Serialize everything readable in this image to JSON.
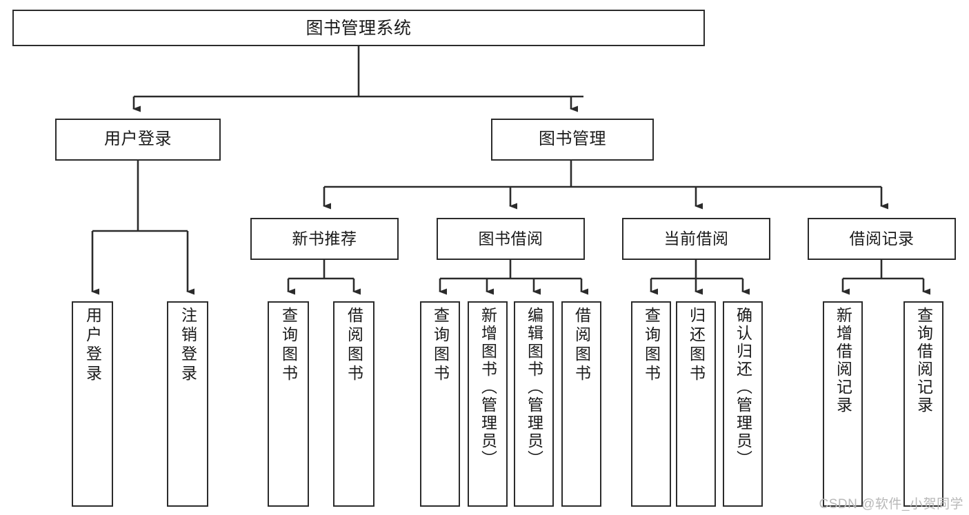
{
  "diagram": {
    "title": "图书管理系统",
    "type": "hierarchy-tree",
    "watermark": "CSDN @软件_小贺同学",
    "colors": {
      "stroke": "#2b2b2b",
      "fill": "#ffffff",
      "text": "#1a1a1a",
      "watermark": "#b8b8b8"
    },
    "nodes": {
      "root": {
        "label": "图书管理系统"
      },
      "level2": [
        {
          "label": "用户登录"
        },
        {
          "label": "图书管理"
        }
      ],
      "level3": [
        {
          "label": "新书推荐"
        },
        {
          "label": "图书借阅"
        },
        {
          "label": "当前借阅"
        },
        {
          "label": "借阅记录"
        }
      ],
      "leaves": {
        "user_login": [
          {
            "label": "用户登录"
          },
          {
            "label": "注销登录"
          }
        ],
        "new_book": [
          {
            "label": "查询图书"
          },
          {
            "label": "借阅图书"
          }
        ],
        "book_borrow": [
          {
            "label": "查询图书"
          },
          {
            "label": "新增图书（管理员）"
          },
          {
            "label": "编辑图书（管理员）"
          },
          {
            "label": "借阅图书"
          }
        ],
        "current_borrow": [
          {
            "label": "查询图书"
          },
          {
            "label": "归还图书"
          },
          {
            "label": "确认归还（管理员）"
          }
        ],
        "borrow_record": [
          {
            "label": "新增借阅记录"
          },
          {
            "label": "查询借阅记录"
          }
        ]
      }
    }
  }
}
